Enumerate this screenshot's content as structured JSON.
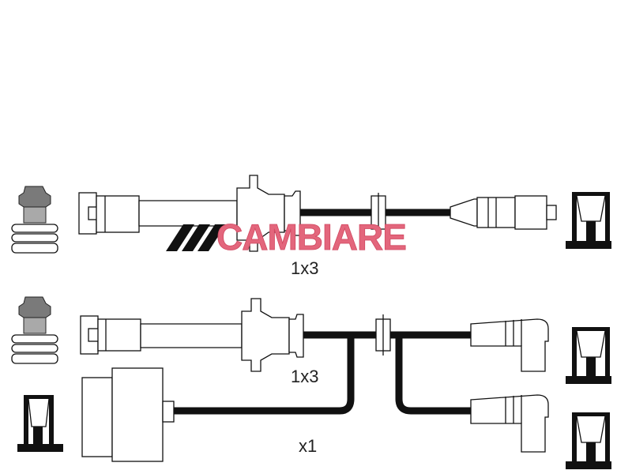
{
  "logo": {
    "text": "CAMBIARE",
    "color": "#e3667c"
  },
  "labels": {
    "set_top": "1x3",
    "set_middle": "1x3",
    "set_bottom": "x1"
  }
}
